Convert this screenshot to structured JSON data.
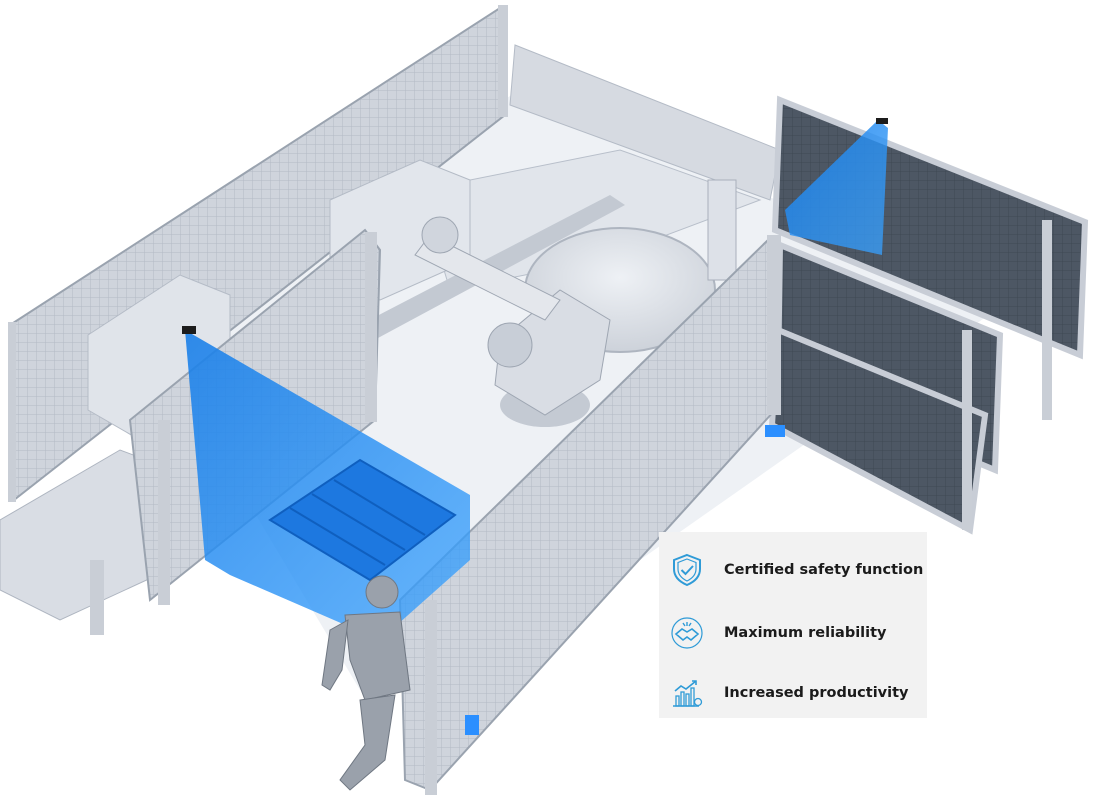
{
  "legend": {
    "items": [
      {
        "label": "Certified safety function",
        "icon": "shield-check-icon"
      },
      {
        "label": "Maximum reliability",
        "icon": "handshake-icon"
      },
      {
        "label": "Increased productivity",
        "icon": "productivity-chart-icon"
      }
    ]
  },
  "colors": {
    "light_curtain": "#1e90ff",
    "fence_mesh": "#c8cdd6",
    "machine": "#dde1e8",
    "dark_panel": "#4b5562",
    "icon_blue": "#2f9bd7",
    "legend_bg": "#f2f2f2"
  }
}
